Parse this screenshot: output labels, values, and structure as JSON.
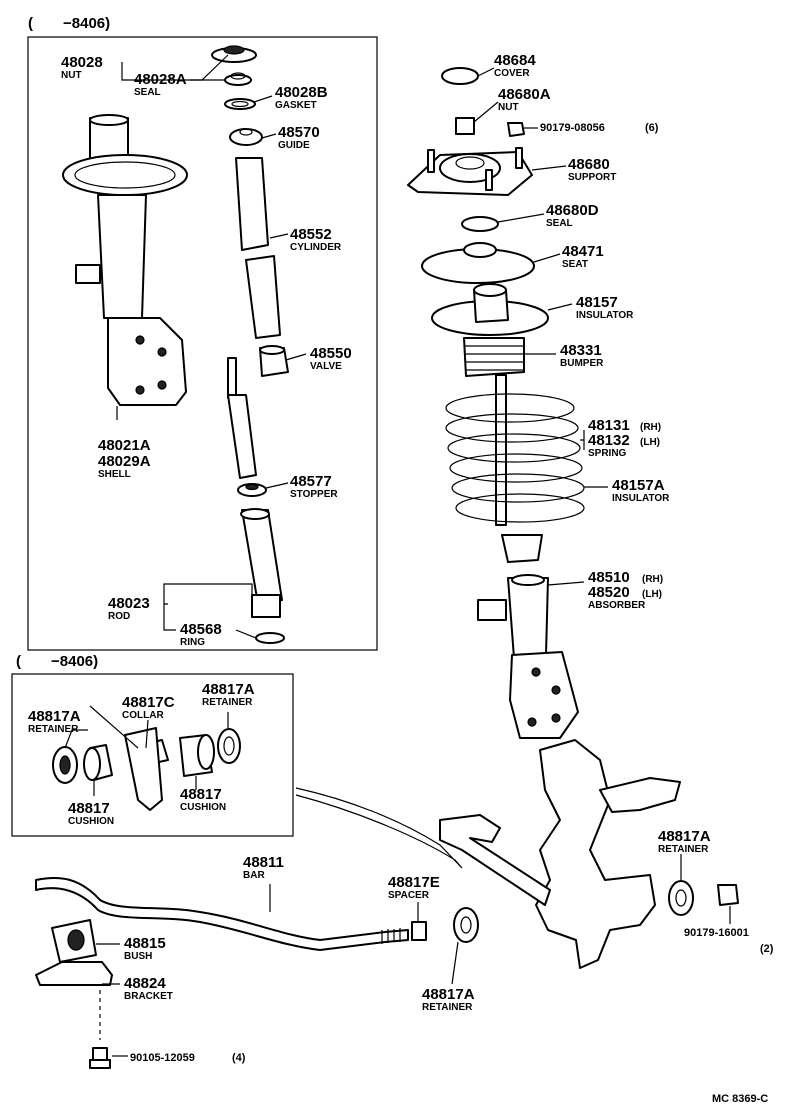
{
  "inset_top": {
    "header": "(　　−8406)"
  },
  "inset_bottom": {
    "header": "(　　−8406)"
  },
  "parts": {
    "p48028": {
      "number": "48028",
      "name": "NUT"
    },
    "p48028A": {
      "number": "48028A",
      "name": "SEAL"
    },
    "p48028B": {
      "number": "48028B",
      "name": "GASKET"
    },
    "p48570": {
      "number": "48570",
      "name": "GUIDE"
    },
    "p48552": {
      "number": "48552",
      "name": "CYLINDER"
    },
    "p48550": {
      "number": "48550",
      "name": "VALVE"
    },
    "p48577": {
      "number": "48577",
      "name": "STOPPER"
    },
    "p48023": {
      "number": "48023",
      "name": "ROD"
    },
    "p48568": {
      "number": "48568",
      "name": "RING"
    },
    "p48021": {
      "number1": "48021A",
      "number2": "48029A",
      "name": "SHELL"
    },
    "p48684": {
      "number": "48684",
      "name": "COVER"
    },
    "p48680A": {
      "number": "48680A",
      "name": "NUT"
    },
    "p90179a": {
      "number": "90179-08056",
      "qty": "(6)"
    },
    "p48680": {
      "number": "48680",
      "name": "SUPPORT"
    },
    "p48680D": {
      "number": "48680D",
      "name": "SEAL"
    },
    "p48471": {
      "number": "48471",
      "name": "SEAT"
    },
    "p48157": {
      "number": "48157",
      "name": "INSULATOR"
    },
    "p48331": {
      "number": "48331",
      "name": "BUMPER"
    },
    "p48131": {
      "number1": "48131",
      "side1": "(RH)",
      "number2": "48132",
      "side2": "(LH)",
      "name": "SPRING"
    },
    "p48157A": {
      "number": "48157A",
      "name": "INSULATOR"
    },
    "p48510": {
      "number1": "48510",
      "side1": "(RH)",
      "number2": "48520",
      "side2": "(LH)",
      "name": "ABSORBER"
    },
    "p48817A_l": {
      "number": "48817A",
      "name": "RETAINER"
    },
    "p48817C": {
      "number": "48817C",
      "name": "COLLAR"
    },
    "p48817A_r": {
      "number": "48817A",
      "name": "RETAINER"
    },
    "p48817_l": {
      "number": "48817",
      "name": "CUSHION"
    },
    "p48817_r": {
      "number": "48817",
      "name": "CUSHION"
    },
    "p48811": {
      "number": "48811",
      "name": "BAR"
    },
    "p48817E": {
      "number": "48817E",
      "name": "SPACER"
    },
    "p48815": {
      "number": "48815",
      "name": "BUSH"
    },
    "p48824": {
      "number": "48824",
      "name": "BRACKET"
    },
    "p90105": {
      "number": "90105-12059",
      "qty": "(4)"
    },
    "p48817A_b": {
      "number": "48817A",
      "name": "RETAINER"
    },
    "p48817A_k": {
      "number": "48817A",
      "name": "RETAINER"
    },
    "p90179b": {
      "number": "90179-16001",
      "qty": "(2)"
    }
  },
  "figure_code": "MC 8369-C"
}
